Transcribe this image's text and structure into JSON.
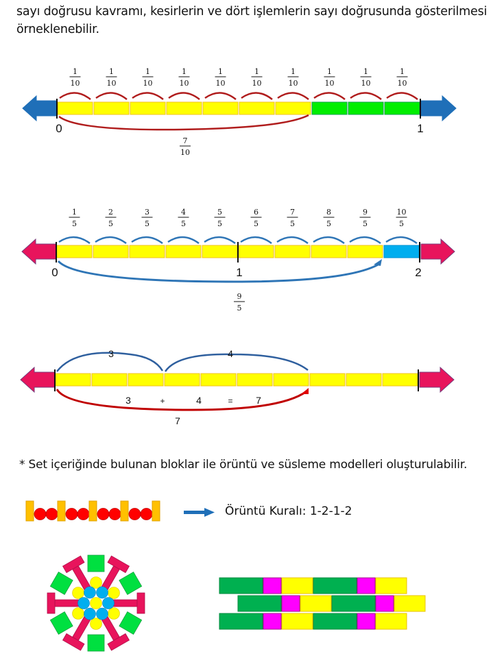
{
  "intro": {
    "line1": "sayı doğrusu kavramı, kesirlerin ve dört işlemlerin sayı doğrusunda gösterilmesi",
    "line2": "örneklenebilir."
  },
  "number_line_1": {
    "segment_labels": [
      {
        "num": "1",
        "den": "10"
      },
      {
        "num": "1",
        "den": "10"
      },
      {
        "num": "1",
        "den": "10"
      },
      {
        "num": "1",
        "den": "10"
      },
      {
        "num": "1",
        "den": "10"
      },
      {
        "num": "1",
        "den": "10"
      },
      {
        "num": "1",
        "den": "10"
      },
      {
        "num": "1",
        "den": "10"
      },
      {
        "num": "1",
        "den": "10"
      },
      {
        "num": "1",
        "den": "10"
      }
    ],
    "segment_colors": [
      "#ffff00",
      "#ffff00",
      "#ffff00",
      "#ffff00",
      "#ffff00",
      "#ffff00",
      "#ffff00",
      "#00ee00",
      "#00ee00",
      "#00ee00"
    ],
    "start_label": "0",
    "end_label": "1",
    "total": {
      "num": "7",
      "den": "10"
    },
    "arrow_color": "#1f6fb8",
    "arc_color": "#b01c1c"
  },
  "number_line_2": {
    "segment_labels": [
      {
        "num": "1",
        "den": "5"
      },
      {
        "num": "2",
        "den": "5"
      },
      {
        "num": "3",
        "den": "5"
      },
      {
        "num": "4",
        "den": "5"
      },
      {
        "num": "5",
        "den": "5"
      },
      {
        "num": "6",
        "den": "5"
      },
      {
        "num": "7",
        "den": "5"
      },
      {
        "num": "8",
        "den": "5"
      },
      {
        "num": "9",
        "den": "5"
      },
      {
        "num": "10",
        "den": "5"
      }
    ],
    "segment_colors": [
      "#ffff00",
      "#ffff00",
      "#ffff00",
      "#ffff00",
      "#ffff00",
      "#ffff00",
      "#ffff00",
      "#ffff00",
      "#ffff00",
      "#00aeef"
    ],
    "start_label": "0",
    "mid_label": "1",
    "end_label": "2",
    "total": {
      "num": "9",
      "den": "5"
    },
    "arrow_color": "#e8145c",
    "arc_color": "#2e75b6"
  },
  "number_line_3": {
    "arc1_label": "3",
    "arc2_label": "4",
    "equation": {
      "a": "3",
      "op": "+",
      "b": "4",
      "eq": "=",
      "result": "7"
    },
    "total_label": "7",
    "arrow_color": "#e8145c"
  },
  "note": "* Set içeriğinde bulunan bloklar ile örüntü ve süsleme modelleri oluşturulabilir.",
  "pattern": {
    "rule_text": "Örüntü Kuralı: 1-2-1-2",
    "sequence": [
      "rect",
      "circle",
      "circle",
      "rect",
      "circle",
      "circle",
      "rect",
      "circle",
      "circle",
      "rect",
      "circle",
      "circle",
      "rect"
    ],
    "rect_color": "#ffc000",
    "circle_color": "#ff0000",
    "arrow_color": "#1f6fb8"
  },
  "mosaic": {
    "colors": {
      "pink": "#e8145c",
      "green": "#00e040",
      "yellow": "#ffff00",
      "blue": "#00aeef"
    }
  },
  "brick_wall": {
    "colors": {
      "green": "#00b050",
      "magenta": "#ff00ff",
      "yellow": "#ffff00"
    }
  }
}
